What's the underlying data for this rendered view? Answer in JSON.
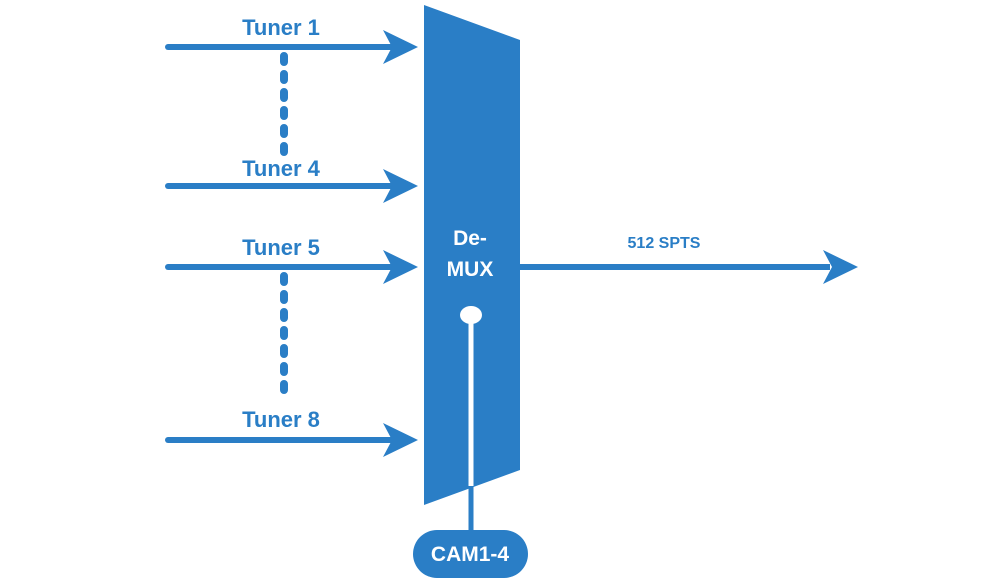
{
  "inputs": [
    {
      "label": "Tuner 1"
    },
    {
      "label": "Tuner 4"
    },
    {
      "label": "Tuner 5"
    },
    {
      "label": "Tuner 8"
    }
  ],
  "demux": {
    "line1": "De-",
    "line2": "MUX"
  },
  "output": {
    "label": "512 SPTS"
  },
  "cam": {
    "label": "CAM1-4"
  },
  "colors": {
    "primary": "#2a7ec6",
    "text_on_primary": "#ffffff"
  }
}
